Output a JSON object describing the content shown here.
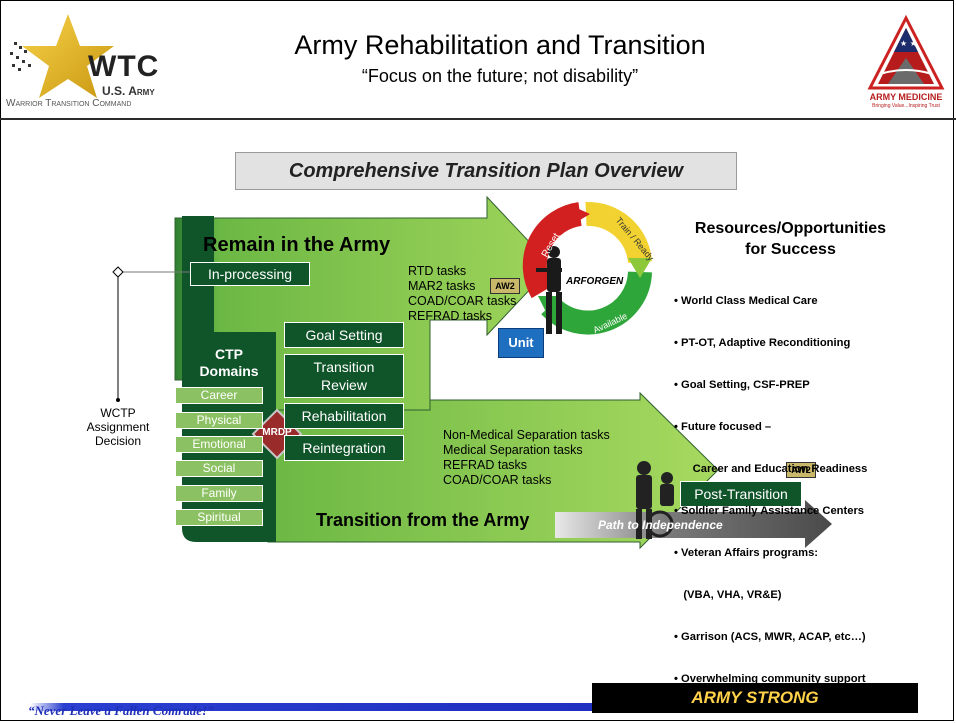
{
  "header": {
    "logo_left": {
      "wordmark": "WTC",
      "line1": "U.S. Army",
      "line2": "Warrior Transition Command"
    },
    "title": "Army Rehabilitation and Transition",
    "subtitle": "“Focus on the future; not disability”",
    "logo_right": {
      "line1": "ARMY MEDICINE",
      "line2": "Bringing Value...Inspiring Trust"
    }
  },
  "banner": "Comprehensive Transition Plan Overview",
  "decision": {
    "label_lines": [
      "WCTP",
      "Assignment",
      "Decision"
    ]
  },
  "remain": {
    "title": "Remain in the Army",
    "inprocessing": "In-processing",
    "tasks": [
      "RTD tasks",
      "MAR2 tasks",
      "COAD/COAR tasks",
      "REFRAD tasks"
    ],
    "unit": "Unit"
  },
  "cycle": {
    "center": "ARFORGEN",
    "segments": [
      "Reset",
      "Train / Ready",
      "Available"
    ]
  },
  "ctp": {
    "title_lines": [
      "CTP",
      "Domains"
    ],
    "domains": [
      "Career",
      "Physical",
      "Emotional",
      "Social",
      "Family",
      "Spiritual"
    ]
  },
  "process": [
    "Goal Setting",
    "Transition Review",
    "Rehabilitation",
    "Reintegration"
  ],
  "mrdp": "MRDP",
  "transition": {
    "title": "Transition from the Army",
    "tasks": [
      "Non-Medical Separation tasks",
      "Medical Separation tasks",
      "REFRAD tasks",
      "COAD/COAR tasks"
    ],
    "post": "Post-Transition",
    "path": "Path to Independence"
  },
  "aw2_badge": "AW2",
  "resources": {
    "title_lines": [
      "Resources/Opportunities",
      "for Success"
    ],
    "items": [
      "• World Class Medical Care",
      "• PT-OT, Adaptive Reconditioning",
      "• Goal Setting, CSF-PREP",
      "• Future focused –",
      "      Career and Education Readiness",
      "• Soldier Family Assistance Centers",
      "• Veteran Affairs programs:",
      "   (VBA, VHA, VR&E)",
      "• Garrison (ACS, MWR, ACAP, etc…)",
      "• Overwhelming community support"
    ]
  },
  "footer": {
    "quote": "“Never Leave a Fallen Comrade!”",
    "strong": "ARMY STRONG"
  },
  "colors": {
    "arrow_green": "#7dc243",
    "dark_green": "#10542a",
    "light_green": "#8cc163",
    "unit_blue": "#1f6fc0",
    "footer_blue": "#1f2fbf"
  }
}
